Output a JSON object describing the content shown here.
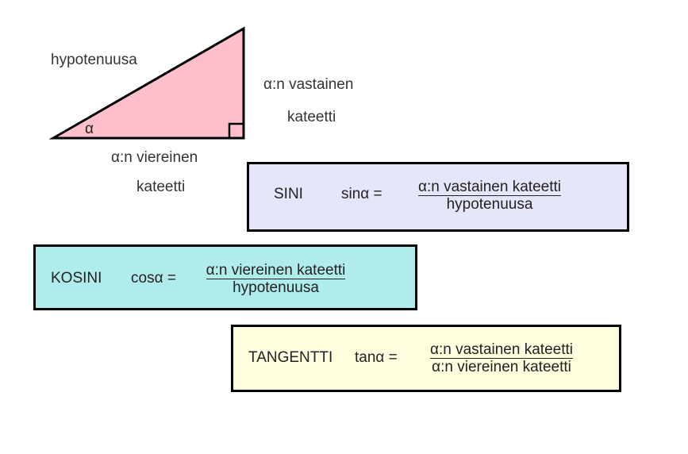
{
  "triangle": {
    "hypotenuse_label": "hypotenuusa",
    "opposite_label_line1": "α:n vastainen",
    "opposite_label_line2": "kateetti",
    "adjacent_label_line1": "α:n viereinen",
    "adjacent_label_line2": "kateetti",
    "angle_label": "α",
    "fill_color": "#ffc0cb"
  },
  "formulas": [
    {
      "name": "SINI",
      "lhs": "sinα =",
      "numerator": "α:n vastainen kateetti",
      "denominator": "hypotenuusa",
      "color": "#e6e6fa"
    },
    {
      "name": "KOSINI",
      "lhs": "cosα =",
      "numerator": "α:n viereinen kateetti",
      "denominator": "hypotenuusa",
      "color": "#b0ecec"
    },
    {
      "name": "TANGENTTI",
      "lhs": "tanα =",
      "numerator": "α:n vastainen kateetti",
      "denominator": "α:n viereinen kateetti",
      "color": "#ffffe0"
    }
  ]
}
